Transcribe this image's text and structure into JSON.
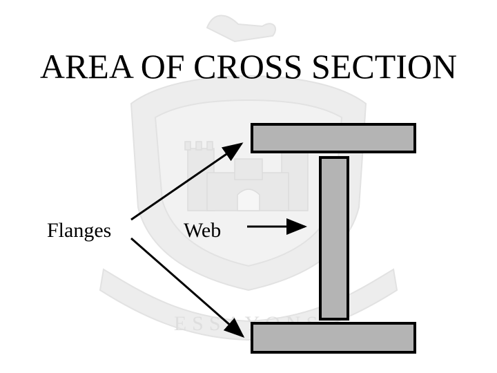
{
  "slide": {
    "title": "AREA OF CROSS SECTION",
    "labels": {
      "flanges": "Flanges",
      "web": "Web"
    },
    "watermark_motto": "ESSAYONS"
  },
  "colors": {
    "beam_fill": "#b4b4b4",
    "beam_stroke": "#000000",
    "watermark": "#e6e6e6",
    "text": "#000000"
  }
}
